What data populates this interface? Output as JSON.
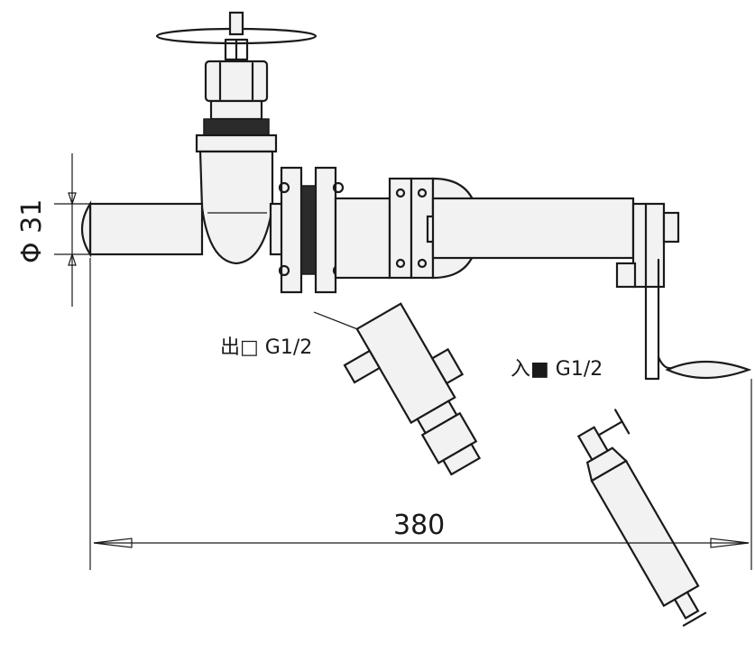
{
  "labels": {
    "outlet": "出□ G1/2",
    "inlet": "入■ G1/2",
    "diameter": "Φ 31",
    "length": "380"
  },
  "colors": {
    "ink": "#1a1a1a",
    "paper": "#ffffff"
  }
}
